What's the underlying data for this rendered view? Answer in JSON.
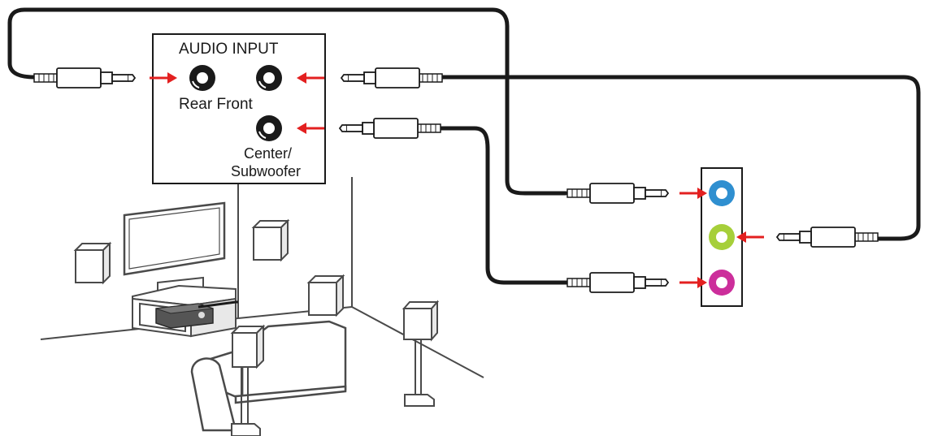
{
  "panel": {
    "title": "AUDIO INPUT",
    "label_rear_front": "Rear Front",
    "label_center_line1": "Center/",
    "label_center_line2": "Subwoofer"
  },
  "colors": {
    "cable": "#1a1a1a",
    "arrow": "#e32020",
    "jack_blue": "#2f8fd0",
    "jack_lime": "#a6cf3a",
    "jack_pink": "#cc2e9b",
    "line_art": "#4a4a4a"
  },
  "icons": [
    "audio-plug-icon",
    "audio-jack-icon",
    "arrow-icon",
    "speaker-icon",
    "tv-icon",
    "sofa-icon"
  ]
}
